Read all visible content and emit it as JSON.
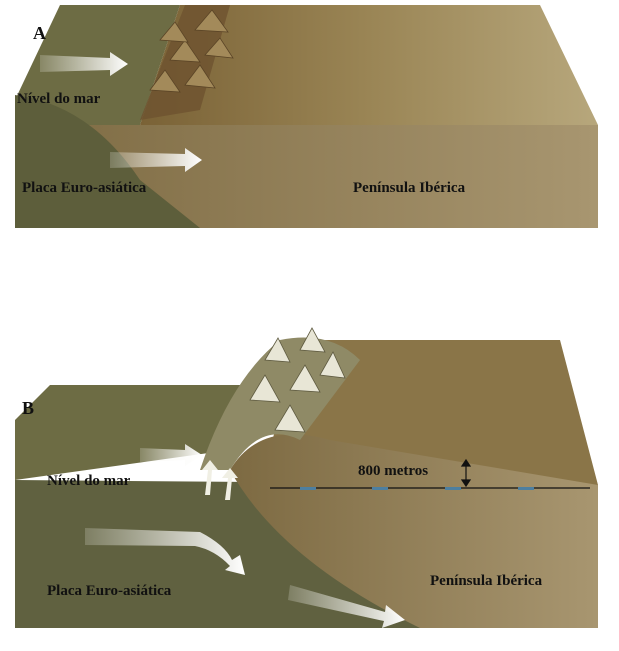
{
  "panel_a": {
    "letter": "A",
    "sea_level": "Nível do mar",
    "eurasian_plate": "Placa Euro-asiática",
    "iberian_peninsula": "Península Ibérica"
  },
  "panel_b": {
    "letter": "B",
    "sea_level": "Nível do mar",
    "height_marker": "800 metros",
    "eurasian_plate": "Placa Euro-asiática",
    "iberian_peninsula": "Península Ibérica"
  },
  "colors": {
    "sea_top": "#6f6e45",
    "land_top": "#8a7545",
    "front_dark": "#5e5e3c",
    "front_land": "#8c7a50",
    "arrow": "#f2f2ea"
  }
}
